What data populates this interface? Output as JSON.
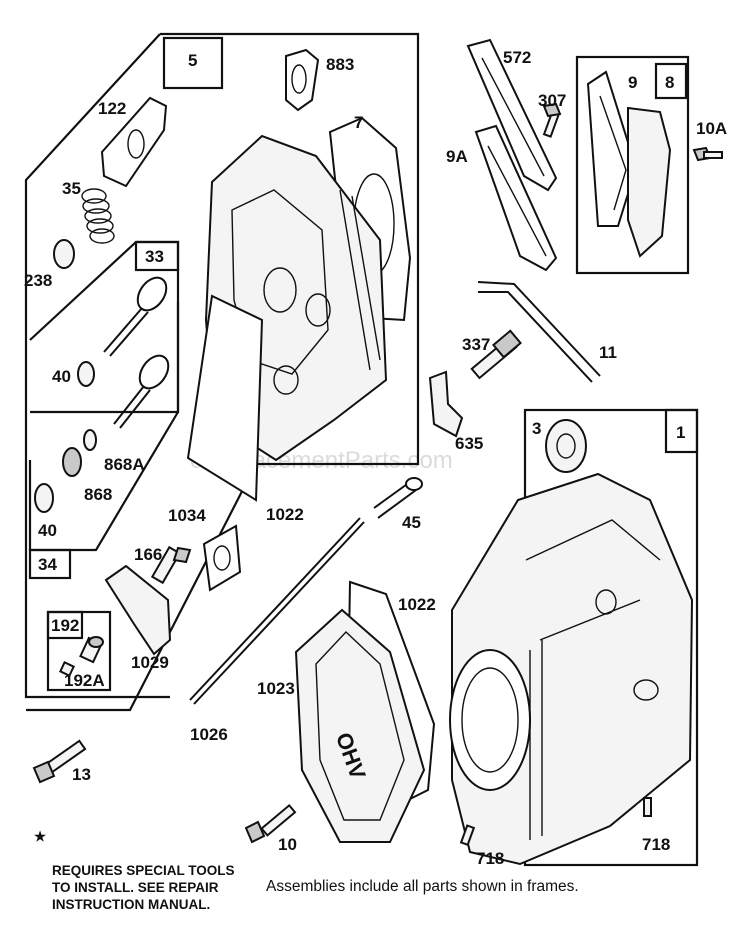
{
  "watermark": "eReplacementParts.com",
  "frames": {
    "head_assembly": "5",
    "valve_intake": "33",
    "valve_exhaust": "34",
    "breather_kit": "192",
    "gasket_kit": "8",
    "cylinder": "1"
  },
  "callouts": {
    "p883": "883",
    "p122": "122",
    "p7": "7",
    "p35": "35",
    "p238": "238",
    "p40a": "40",
    "p868A": "868A",
    "p868": "868",
    "p40b": "40",
    "p1034": "1034",
    "p1022a": "1022",
    "p166": "166",
    "p1029": "1029",
    "p192A": "192A",
    "p572": "572",
    "p307": "307",
    "p9A": "9A",
    "p9": "9",
    "p10A": "10A",
    "p11": "11",
    "p337": "337",
    "p635": "635",
    "p3": "3",
    "p45": "45",
    "p1022b": "1022",
    "p1023": "1023",
    "p1026": "1026",
    "p13": "13",
    "p10": "10",
    "p718a": "718",
    "p718b": "718"
  },
  "notes": {
    "star": "★",
    "special_tools": "REQUIRES SPECIAL TOOLS\nTO INSTALL.  SEE REPAIR\nINSTRUCTION MANUAL.",
    "assemblies": "Assemblies include all parts shown in frames."
  },
  "cover_lettering": "OHV"
}
